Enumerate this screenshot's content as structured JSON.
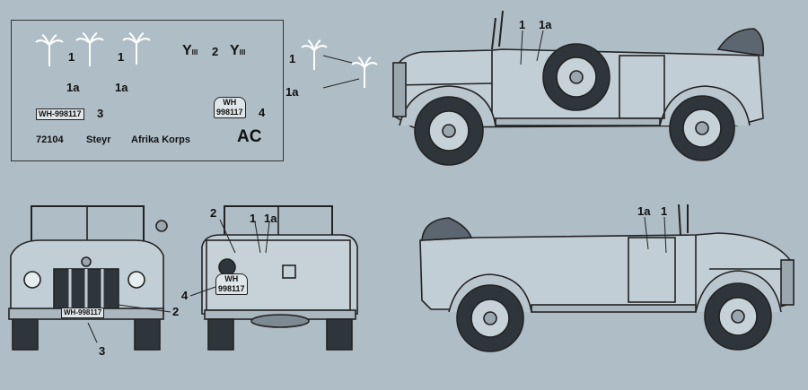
{
  "decals": {
    "palm_numbers": [
      "1",
      "1",
      "1a",
      "1a"
    ],
    "divisional_mark": "Y",
    "divisional_sub": "III",
    "num_2": "2",
    "plate_side": "WH-998117",
    "num_3": "3",
    "plate_square_top": "WH",
    "plate_square_bottom": "998117",
    "num_4": "4",
    "code": "72104",
    "maker": "Steyr",
    "unit": "Afrika Korps",
    "ac": "AC",
    "outside_1": "1",
    "outside_1a": "1a"
  },
  "side_top": {
    "c1": "1",
    "c1a": "1a"
  },
  "side_bottom": {
    "c1a": "1a",
    "c1": "1"
  },
  "front": {
    "plate": "WH-998117",
    "c2": "2",
    "c3": "3"
  },
  "rear": {
    "c2": "2",
    "c1": "1",
    "c1a": "1a",
    "c4": "4",
    "plate_top": "WH",
    "plate_bottom": "998117"
  },
  "colors": {
    "background": "#aebdc6",
    "line": "#222222"
  }
}
